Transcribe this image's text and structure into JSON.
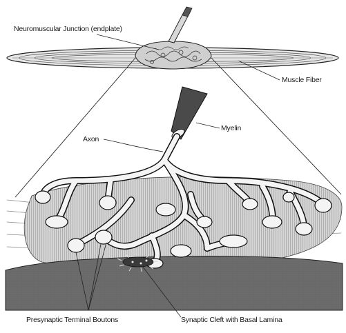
{
  "labels": {
    "neuromuscular_junction": "Neuromuscular Junction (endplate)",
    "muscle_fiber": "Muscle Fiber",
    "myelin": "Myelin",
    "axon": "Axon",
    "presynaptic_boutons": "Presynaptic Terminal Boutons",
    "synaptic_cleft": "Synaptic Cleft with Basal Lamina"
  },
  "colors": {
    "ink": "#1a1a1a",
    "fiber_fill": "#d9d9d9",
    "muscle_mass": "#cfcfcf",
    "postsynaptic_muscle": "#6e6e6e",
    "nerve_fill": "#f2f2f2",
    "myelin_fill": "#4a4a4a"
  }
}
